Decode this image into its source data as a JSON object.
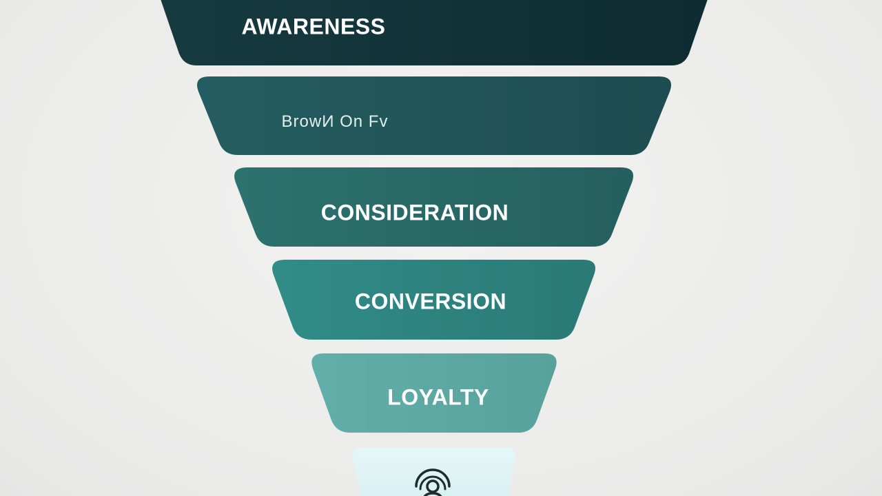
{
  "funnel": {
    "stages": [
      {
        "label": "AWARENESS",
        "color": "#14363d"
      },
      {
        "label": "BrowИ On Fv",
        "color": "#22585d"
      },
      {
        "label": "CONSIDERATION",
        "color": "#2a6e6c"
      },
      {
        "label": "CONVERSION",
        "color": "#2f8783"
      },
      {
        "label": "LOYALTY",
        "color": "#5eaaa4"
      },
      {
        "label": "",
        "color": "#dff4f5"
      }
    ],
    "bottom_icon": "person-circle-icon"
  }
}
